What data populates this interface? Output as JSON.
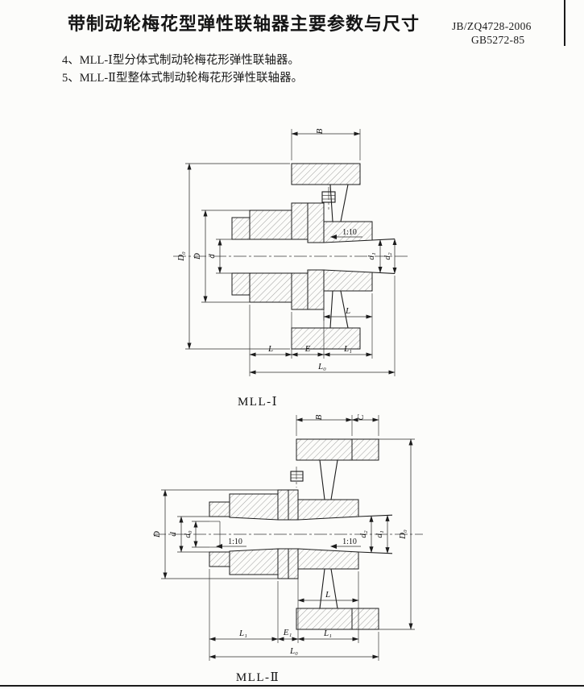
{
  "header": {
    "title": "带制动轮梅花型弹性联轴器主要参数与尺寸",
    "standards": [
      "JB/ZQ4728-2006",
      "GB5272-85"
    ]
  },
  "notes": [
    "4、MLL-Ⅰ型分体式制动轮梅花形弹性联轴器。",
    "5、MLL-Ⅱ型整体式制动轮梅花形弹性联轴器。"
  ],
  "figure1": {
    "caption": "MLL-Ⅰ",
    "dims": {
      "B": "B",
      "D0": "D₀",
      "D": "D",
      "d": "d",
      "taper": "1:10",
      "d1": "d₁",
      "d2": "d₂",
      "L_hub": "L",
      "L_left": "L",
      "E": "E",
      "L1": "L₁",
      "L0": "L₀"
    }
  },
  "figure2": {
    "caption": "MLL-Ⅱ",
    "dims": {
      "B": "B",
      "C": "C",
      "D": "D",
      "d": "d",
      "d0": "d₀",
      "taper_left": "1:10",
      "taper_right": "1:10",
      "d2": "d₂",
      "d1": "d₁",
      "D0": "D₀",
      "L_hub": "L",
      "L1_left": "L₁",
      "E1": "E₁",
      "L1_right": "L₁",
      "L0": "L₀"
    }
  }
}
